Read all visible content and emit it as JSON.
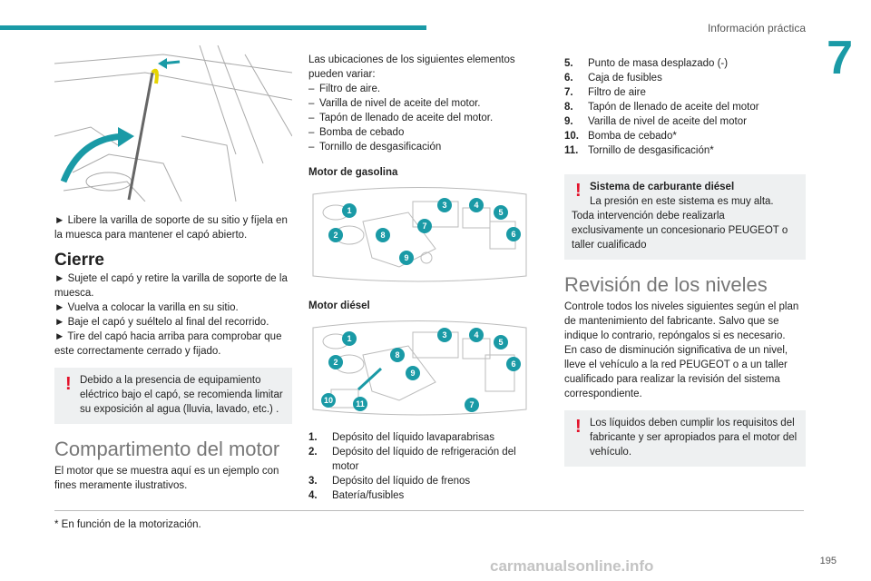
{
  "header": {
    "title": "Información práctica",
    "chapter": "7"
  },
  "col1": {
    "step_support": "► Libere la varilla de soporte de su sitio y fíjela en la muesca para mantener el capó abierto.",
    "close_title": "Cierre",
    "close_steps": [
      "► Sujete el capó y retire la varilla de soporte de la muesca.",
      "► Vuelva a colocar la varilla en su sitio.",
      "► Baje el capó y suéltelo al final del recorrido.",
      "► Tire del capó hacia arriba para comprobar que este correctamente cerrado y fijado."
    ],
    "warning": "Debido a la presencia de equipamiento eléctrico bajo el capó, se recomienda limitar su exposición al agua (lluvia, lavado, etc.) .",
    "engine_title": "Compartimento del motor",
    "engine_text": "El motor que se muestra aquí es un ejemplo con fines meramente ilustrativos."
  },
  "col2": {
    "intro": "Las ubicaciones de los siguientes elementos pueden variar:",
    "variable_items": [
      "Filtro de aire.",
      "Varilla de nivel de aceite del motor.",
      "Tapón de llenado de aceite del motor.",
      "Bomba de cebado",
      "Tornillo de desgasificación"
    ],
    "petrol_title": "Motor de gasolina",
    "diesel_title": "Motor diésel",
    "parts": [
      {
        "num": "1.",
        "text": "Depósito del líquido lavaparabrisas"
      },
      {
        "num": "2.",
        "text": "Depósito del líquido de refrigeración del motor"
      },
      {
        "num": "3.",
        "text": "Depósito del líquido de frenos"
      },
      {
        "num": "4.",
        "text": "Batería/fusibles"
      }
    ]
  },
  "col3": {
    "parts": [
      {
        "num": "5.",
        "text": "Punto de masa desplazado (-)"
      },
      {
        "num": "6.",
        "text": "Caja de fusibles"
      },
      {
        "num": "7.",
        "text": "Filtro de aire"
      },
      {
        "num": "8.",
        "text": "Tapón de llenado de aceite del motor"
      },
      {
        "num": "9.",
        "text": "Varilla de nivel de aceite del motor"
      },
      {
        "num": "10.",
        "text": "Bomba de cebado*"
      },
      {
        "num": "11.",
        "text": "Tornillo de desgasificación*"
      }
    ],
    "fuel_warning_title": "Sistema de carburante diésel",
    "fuel_warning_text1": "La presión en este sistema es muy alta.",
    "fuel_warning_text2": "Toda intervención debe realizarla exclusivamente un concesionario PEUGEOT o taller cualificado",
    "levels_title": "Revisión de los niveles",
    "levels_text": "Controle todos los niveles siguientes según el plan de mantenimiento del fabricante. Salvo que se indique lo contrario, repóngalos si es necesario.",
    "levels_text2": "En caso de disminución significativa de un nivel, lleve el vehículo a la red PEUGEOT o a un taller cualificado para realizar la revisión del sistema correspondiente.",
    "liquid_warning": "Los líquidos deben cumplir los requisitos del fabricante y ser apropiados para el motor del vehículo."
  },
  "footnote": "* En función de la motorización.",
  "page_number": "195",
  "watermark": "carmanualsonline.info",
  "petrol_badges": [
    "1",
    "2",
    "3",
    "4",
    "5",
    "6",
    "7",
    "8",
    "9"
  ],
  "diesel_badges": [
    "1",
    "2",
    "3",
    "4",
    "5",
    "6",
    "7",
    "8",
    "9",
    "10",
    "11"
  ],
  "colors": {
    "accent": "#1a9aa6",
    "warning": "#e3122a"
  }
}
